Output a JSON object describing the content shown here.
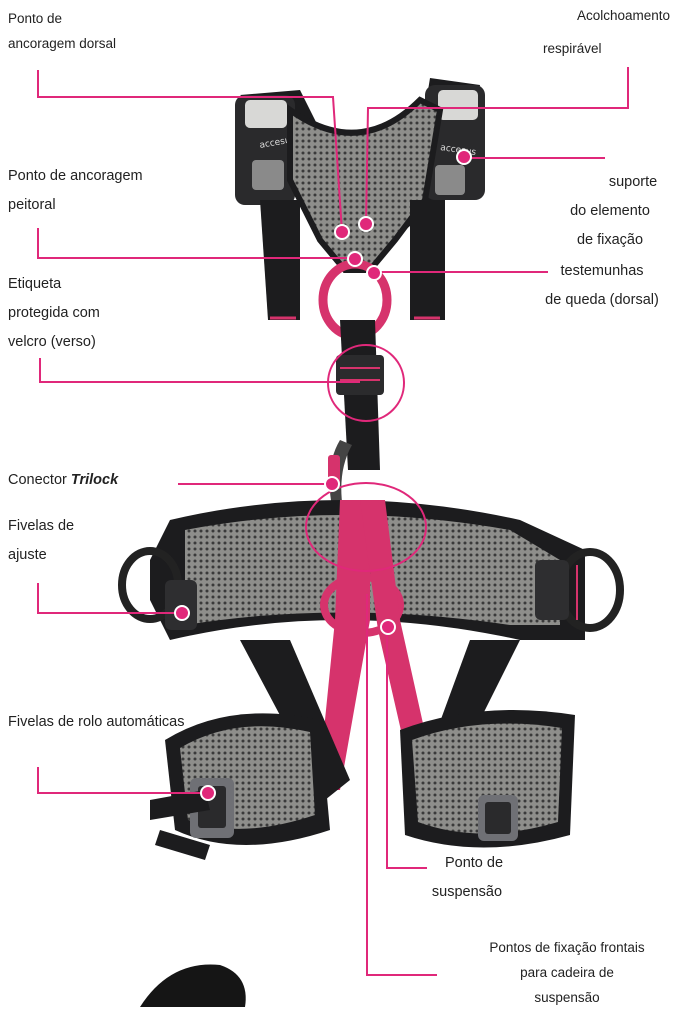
{
  "colors": {
    "callout": "#e0287a",
    "webbing_black": "#1c1c1e",
    "mesh": "#9b9b98",
    "pink_strap": "#d6336c",
    "buckle": "#6f7075"
  },
  "labels": {
    "dorsal_anchor": [
      "Ponto de",
      "ancoragem dorsal"
    ],
    "breathable_padding": [
      "Acolchoamento",
      "respirável"
    ],
    "chest_anchor": [
      "Ponto de ancoragem",
      "peitoral"
    ],
    "lanyard_support": [
      "suporte",
      "do elemento",
      "de fixação"
    ],
    "fall_indicators": [
      "testemunhas",
      "de queda (dorsal)"
    ],
    "velcro_tag": [
      "Etiqueta",
      "protegida com",
      "velcro (verso)"
    ],
    "connector_prefix": "Conector",
    "connector_name": "Trilock",
    "adjust_buckles": [
      "Fivelas de",
      "ajuste"
    ],
    "roller_buckles": "Fivelas de rolo automáticas",
    "suspension_point": [
      "Ponto de",
      "suspensão"
    ],
    "front_points": [
      "Pontos de fixação frontais",
      "para cadeira de",
      "suspensão"
    ]
  },
  "brand_text": "accesus"
}
